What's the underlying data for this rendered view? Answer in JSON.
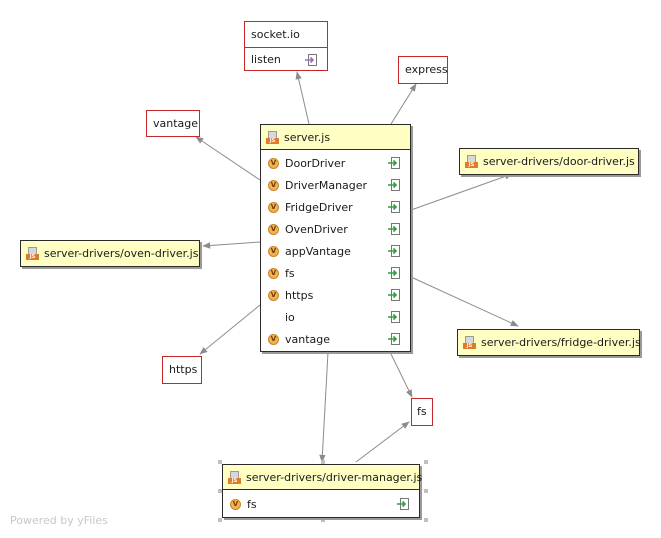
{
  "diagram": {
    "watermark": "Powered by yFiles",
    "main_node": {
      "title": "server.js",
      "members": [
        {
          "name": "DoorDriver",
          "badge": "V"
        },
        {
          "name": "DriverManager",
          "badge": "V"
        },
        {
          "name": "FridgeDriver",
          "badge": "V"
        },
        {
          "name": "OvenDriver",
          "badge": "V"
        },
        {
          "name": "appVantage",
          "badge": "V"
        },
        {
          "name": "fs",
          "badge": "V"
        },
        {
          "name": "https",
          "badge": "V"
        },
        {
          "name": "io",
          "badge": ""
        },
        {
          "name": "vantage",
          "badge": "V"
        }
      ]
    },
    "modules": {
      "socket_io": {
        "title": "socket.io",
        "member": "listen"
      },
      "express": "express",
      "vantage": "vantage",
      "https": "https",
      "fs": "fs"
    },
    "files": {
      "door_driver": "server-drivers/door-driver.js",
      "oven_driver": "server-drivers/oven-driver.js",
      "fridge_driver": "server-drivers/fridge-driver.js",
      "driver_manager": {
        "title": "server-drivers/driver-manager.js",
        "members": [
          {
            "name": "fs",
            "badge": "V"
          }
        ]
      }
    },
    "colors": {
      "node_header": "#ffffc4",
      "module_border": "#c62828",
      "edge": "#8c8c8c",
      "variable_badge": "#f2b155",
      "export_arrow": "#2e9e3e"
    },
    "icons": {
      "file": "js-file-icon",
      "variable": "variable-icon",
      "export": "export-arrow-icon"
    }
  }
}
